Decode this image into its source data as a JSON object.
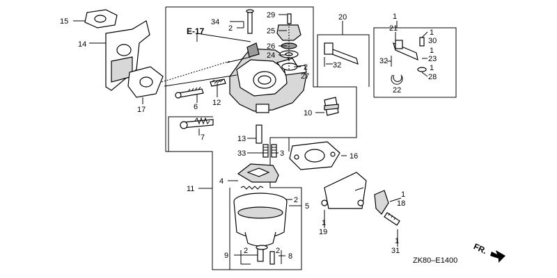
{
  "reference": "E-17",
  "diagram_code": "ZK80–E1400",
  "direction_label": "FR.",
  "callouts": {
    "c1a": "1",
    "c1b": "1",
    "c1c": "1",
    "c1d": "1",
    "c1e": "1",
    "c1f": "1",
    "c1g": "1",
    "c2a": "2",
    "c2b": "2",
    "c2c": "2",
    "c2d": "2",
    "c2e": "2",
    "c3": "3",
    "c4": "4",
    "c5": "5",
    "c6": "6",
    "c7": "7",
    "c8": "8",
    "c9": "9",
    "c10": "10",
    "c11": "11",
    "c12": "12",
    "c13": "13",
    "c14": "14",
    "c15": "15",
    "c16": "16",
    "c17": "17",
    "c18": "18",
    "c19": "19",
    "c20": "20",
    "c21": "21",
    "c22": "22",
    "c23": "23",
    "c24": "24",
    "c25": "25",
    "c26": "26",
    "c27": "27",
    "c28": "28",
    "c29": "29",
    "c30": "30",
    "c31": "31",
    "c32a": "32",
    "c32b": "32",
    "c33": "33",
    "c34": "34"
  }
}
